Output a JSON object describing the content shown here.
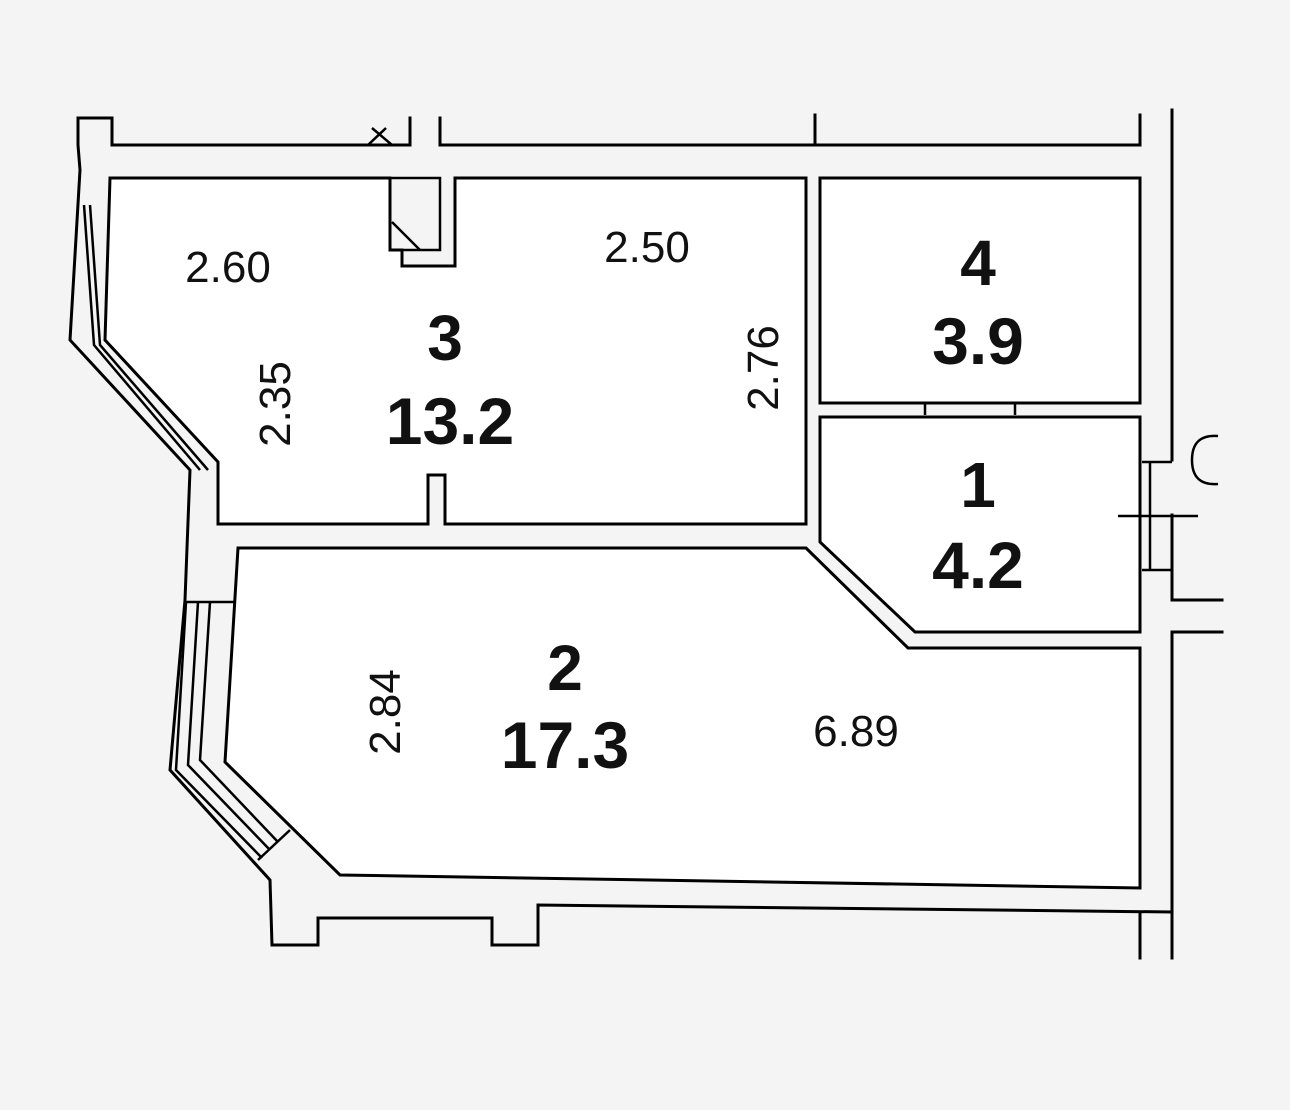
{
  "rooms": [
    {
      "id": "1",
      "number": "1",
      "area": "4.2"
    },
    {
      "id": "2",
      "number": "2",
      "area": "17.3"
    },
    {
      "id": "3",
      "number": "3",
      "area": "13.2"
    },
    {
      "id": "4",
      "number": "4",
      "area": "3.9"
    }
  ],
  "dimensions": {
    "room3_top_left": "2.60",
    "room3_top_right": "2.50",
    "room3_left": "2.35",
    "room3_right": "2.76",
    "room2_left": "2.84",
    "room2_right": "6.89"
  },
  "icons": [
    "stair-icon",
    "door-symbol-icon"
  ]
}
